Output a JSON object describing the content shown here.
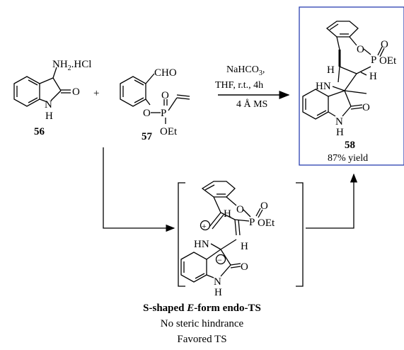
{
  "reactant_56": {
    "salt_label": "NH",
    "salt_sub": "2",
    "salt_acid": ".HCl",
    "carbonyl_o": "O",
    "nh_n": "N",
    "nh_h": "H",
    "compound_number": "56"
  },
  "plus_sign": "+",
  "reactant_57": {
    "aldehyde": "CHO",
    "ester_o": "O",
    "p": "P",
    "p_o": "O",
    "oet": "OEt",
    "compound_number": "57"
  },
  "conditions": {
    "line1_a": "NaHCO",
    "line1_sub": "3",
    "line1_b": ",",
    "line2": "THF, r.t., 4h",
    "line3": "4 Å MS"
  },
  "product_58": {
    "ring_o": "O",
    "p": "P",
    "p_o": "O",
    "oet": "OEt",
    "h1": "H",
    "h2": "H",
    "hn": "HN",
    "carbonyl_o": "O",
    "nh_n": "N",
    "nh_h": "H",
    "compound_number": "58",
    "yield": "87% yield"
  },
  "transition_state": {
    "ring_o": "O",
    "p": "P",
    "p_o": "O",
    "oet": "OEt",
    "h1": "H",
    "h2": "H",
    "plus": "+",
    "minus": "−",
    "hn": "HN",
    "carbonyl_o": "O",
    "nh_n": "N",
    "nh_h": "H"
  },
  "caption": {
    "title_pre": "S-shaped ",
    "title_em": "E",
    "title_post": "-form endo-TS",
    "line2": "No steric hindrance",
    "line3": "Favored TS"
  },
  "colors": {
    "box_border": "#2a3fb0"
  }
}
